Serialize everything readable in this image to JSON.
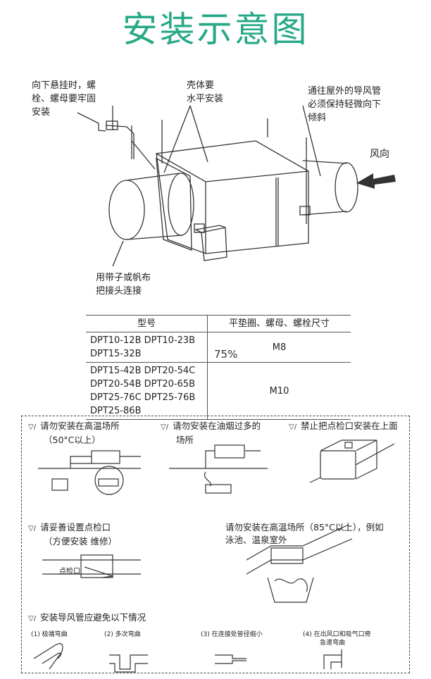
{
  "page_title": "安装示意图",
  "callouts": {
    "hanging_line1": "向下悬挂时，螺",
    "hanging_line2": "栓、螺母要牢固",
    "hanging_line3": "安装",
    "housing_line1": "壳体要",
    "housing_line2": "水平安装",
    "duct_line1": "通往屋外的导风管",
    "duct_line2": "必须保持轻微向下",
    "duct_line3": "倾斜",
    "wind": "风向",
    "strap_line1": "用带子或帆布",
    "strap_line2": "把接头连接"
  },
  "spec_table": {
    "headers": [
      "型号",
      "平垫圈、螺母、螺栓尺寸"
    ],
    "rows": [
      {
        "models": [
          "DPT10-12B  DPT10-23B",
          "DPT15-32B"
        ],
        "size": "M8"
      },
      {
        "models": [
          "DPT15-42B  DPT20-54C",
          "DPT20-54B  DPT20-65B",
          "DPT25-76C  DPT25-76B",
          "DPT25-86B"
        ],
        "size": "M10"
      }
    ]
  },
  "zoom_label": "75%",
  "cautions": {
    "high_temp_50": [
      "请勿安装在高温场所",
      "（50°C以上）"
    ],
    "oil_smoke": [
      "请勿安装在油烟过多的",
      "场所"
    ],
    "no_inspection_top": "禁止把点检口安装在上面",
    "inspection_port": [
      "请妥善设置点检口",
      "（方便安装 维修）"
    ],
    "inspection_label": "点检口",
    "high_temp_85": [
      "请勿安装在高温场所（85°C以上），例如",
      "泳池、温泉室外"
    ],
    "avoid_title": "安装导风管应避免以下情况",
    "avoid_items": [
      "(1)  极端弯曲",
      "(2)  多次弯曲",
      "(3)  在连接处管径缩小",
      "(4)  在出风口和吸气口旁",
      "急速弯曲"
    ]
  }
}
